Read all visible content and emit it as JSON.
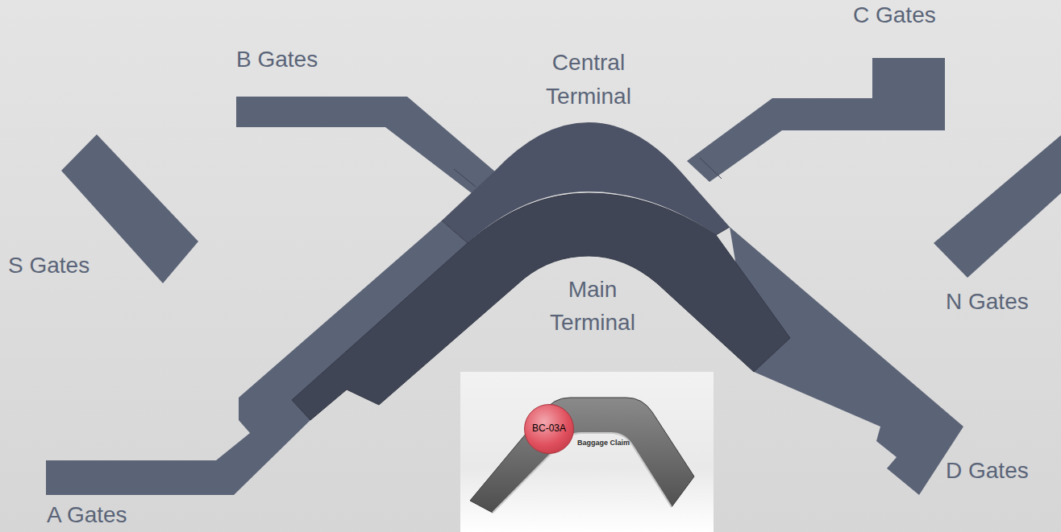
{
  "diagram": {
    "nodes": [
      {
        "text": [
          "Baggage Claim"
        ]
      },
      {
        "text": [
          "BC-03A"
        ],
        "in": 0
      }
    ],
    "labels": [
      "C Gates",
      "B Gates",
      "Central Terminal",
      "S Gates",
      "Main Terminal",
      "N Gates",
      "D Gates",
      "A Gates"
    ]
  }
}
